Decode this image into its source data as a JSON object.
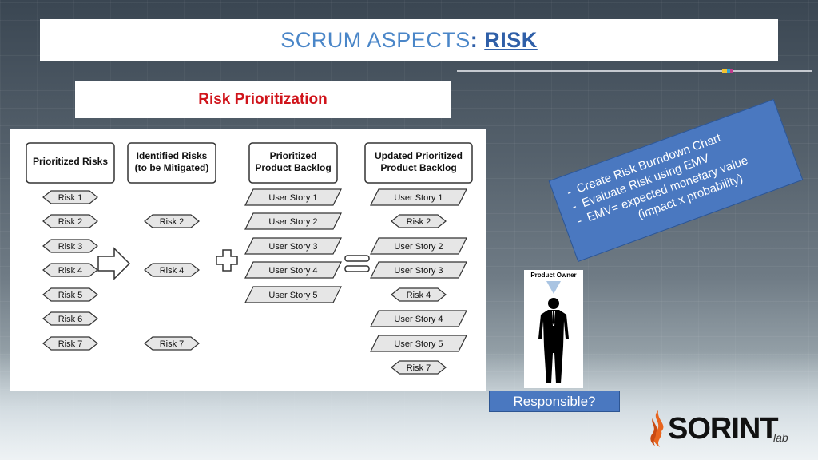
{
  "title": {
    "main": "SCRUM ASPECTS",
    "separator": ":",
    "highlight": "RISK"
  },
  "subtitle": "Risk Prioritization",
  "diagram": {
    "columns": [
      {
        "header": [
          "Prioritized Risks"
        ],
        "items": [
          "Risk 1",
          "Risk 2",
          "Risk 3",
          "Risk 4",
          "Risk 5",
          "Risk 6",
          "Risk 7"
        ]
      },
      {
        "header": [
          "Identified Risks",
          "(to be Mitigated)"
        ],
        "items": [
          "Risk 2",
          "Risk 4",
          "Risk 7"
        ]
      },
      {
        "header": [
          "Prioritized",
          "Product Backlog"
        ],
        "items": [
          "User Story 1",
          "User Story 2",
          "User Story 3",
          "User Story 4",
          "User Story 5"
        ]
      },
      {
        "header": [
          "Updated Prioritized",
          "Product Backlog"
        ],
        "items": [
          "User Story 1",
          "Risk 2",
          "User Story 2",
          "User Story 3",
          "Risk 4",
          "User Story 4",
          "User Story 5",
          "Risk 7"
        ]
      }
    ],
    "operators": [
      "arrow",
      "plus",
      "equals"
    ]
  },
  "notes": {
    "items": [
      "Create Risk Burndown Chart",
      "Evaluate Risk  using EMV",
      "EMV= expected monetary value"
    ],
    "continuation": "(impact x probability)"
  },
  "product_owner": {
    "label": "Product Owner"
  },
  "responsible_label": "Responsible?",
  "logo": {
    "name": "SORINT",
    "suffix": "lab"
  },
  "colors": {
    "title_blue": "#4a86c8",
    "subtitle_red": "#d0141b",
    "note_blue": "#4a78c0",
    "logo_orange": "#e8641e"
  }
}
